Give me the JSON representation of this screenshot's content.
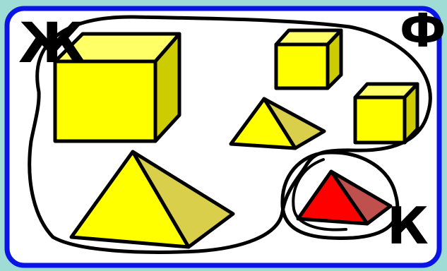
{
  "labels": {
    "zh": "Ж",
    "f": "Ф",
    "k": "К"
  },
  "colors": {
    "background": "#9fdcd6",
    "frame_fill": "#ffffff",
    "frame_border": "#0a14e6",
    "yellow_front": "#ffff00",
    "yellow_side": "#cccc00",
    "pyramid_side": "#d9cf4a",
    "red_front": "#ff0000",
    "red_side": "#c0504d",
    "outline": "#000000"
  },
  "shapes": [
    "large-yellow-cube",
    "small-yellow-cube",
    "medium-yellow-cube",
    "large-yellow-pyramid",
    "small-yellow-pyramid",
    "red-pyramid"
  ]
}
